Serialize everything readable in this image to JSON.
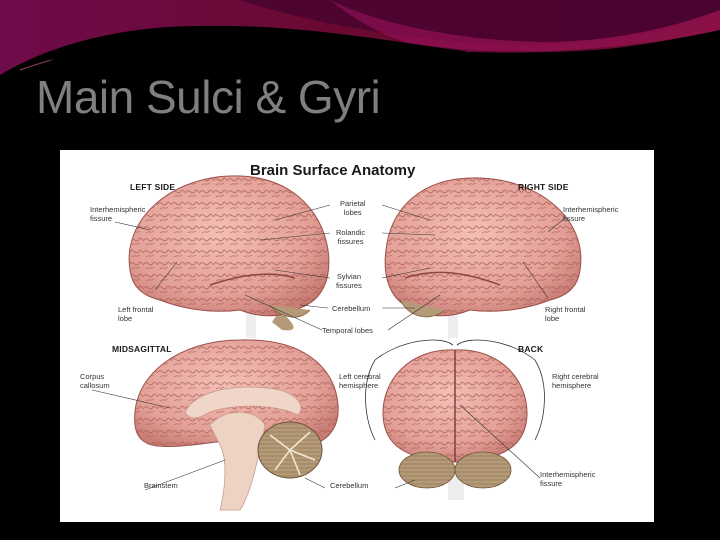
{
  "slide": {
    "title": "Main Sulci & Gyri",
    "colors": {
      "background": "#000000",
      "title": "#7f7f7f",
      "wave_primary": "#6a0c34",
      "wave_accent": "#b0145a",
      "wave_dark": "#3a0530"
    }
  },
  "figure": {
    "title": "Brain Surface Anatomy",
    "sections": {
      "left_side": "LEFT SIDE",
      "right_side": "RIGHT SIDE",
      "midsagittal": "MIDSAGITTAL",
      "back": "BACK"
    },
    "labels": {
      "left_interhemispheric": "Interhemispheric\nfissure",
      "left_frontal": "Left frontal\nlobe",
      "parietal": "Parietal\nlobes",
      "rolandic": "Rolandic\nfissures",
      "sylvian": "Sylvian\nfissures",
      "cerebellum_top": "Cerebellum",
      "temporal": "Temporal lobes",
      "right_interhemispheric": "Interhemispheric\nfissure",
      "right_frontal": "Right frontal\nlobe",
      "corpus_callosum": "Corpus\ncallosum",
      "brainstem": "Brainstem",
      "left_cerebral": "Left cerebral\nhemisphere",
      "right_cerebral": "Right cerebral\nhemisphere",
      "cerebellum_bottom": "Cerebellum",
      "back_interhemispheric": "Interhemispheric\nfissure"
    },
    "colors": {
      "brain_fill": "#e8a9a0",
      "brain_stroke": "#9c4f4a",
      "cerebellum": "#b59a78",
      "brainstem": "#eed2c4"
    }
  }
}
